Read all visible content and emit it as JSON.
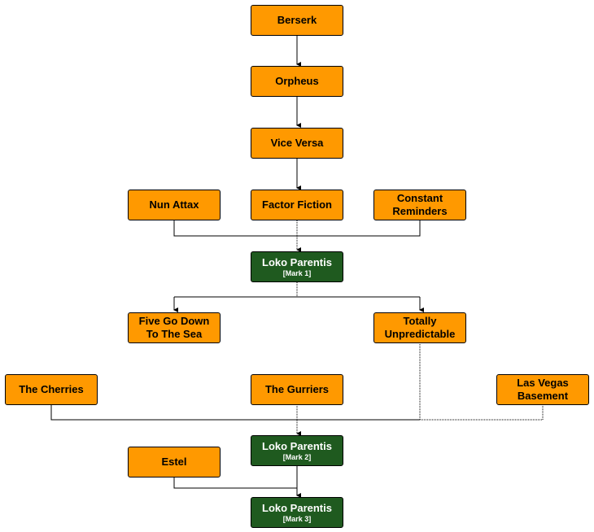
{
  "nodes": {
    "berserk": "Berserk",
    "orpheus": "Orpheus",
    "vice_versa": "Vice Versa",
    "nun_attax": "Nun Attax",
    "factor_fiction": "Factor Fiction",
    "constant_reminders_l1": "Constant",
    "constant_reminders_l2": "Reminders",
    "loko1_name": "Loko Parentis",
    "loko1_mark": "[Mark 1]",
    "five_go_l1": "Five Go Down",
    "five_go_l2": "To The Sea",
    "totally_l1": "Totally",
    "totally_l2": "Unpredictable",
    "cherries": "The Cherries",
    "gurriers": "The Gurriers",
    "las_vegas_l1": "Las Vegas",
    "las_vegas_l2": "Basement",
    "loko2_name": "Loko Parentis",
    "loko2_mark": "[Mark 2]",
    "estel": "Estel",
    "loko3_name": "Loko Parentis",
    "loko3_mark": "[Mark 3]"
  },
  "colors": {
    "band_node": "#ff9900",
    "loko_node": "#1f5a1f",
    "connector": "#000000"
  }
}
